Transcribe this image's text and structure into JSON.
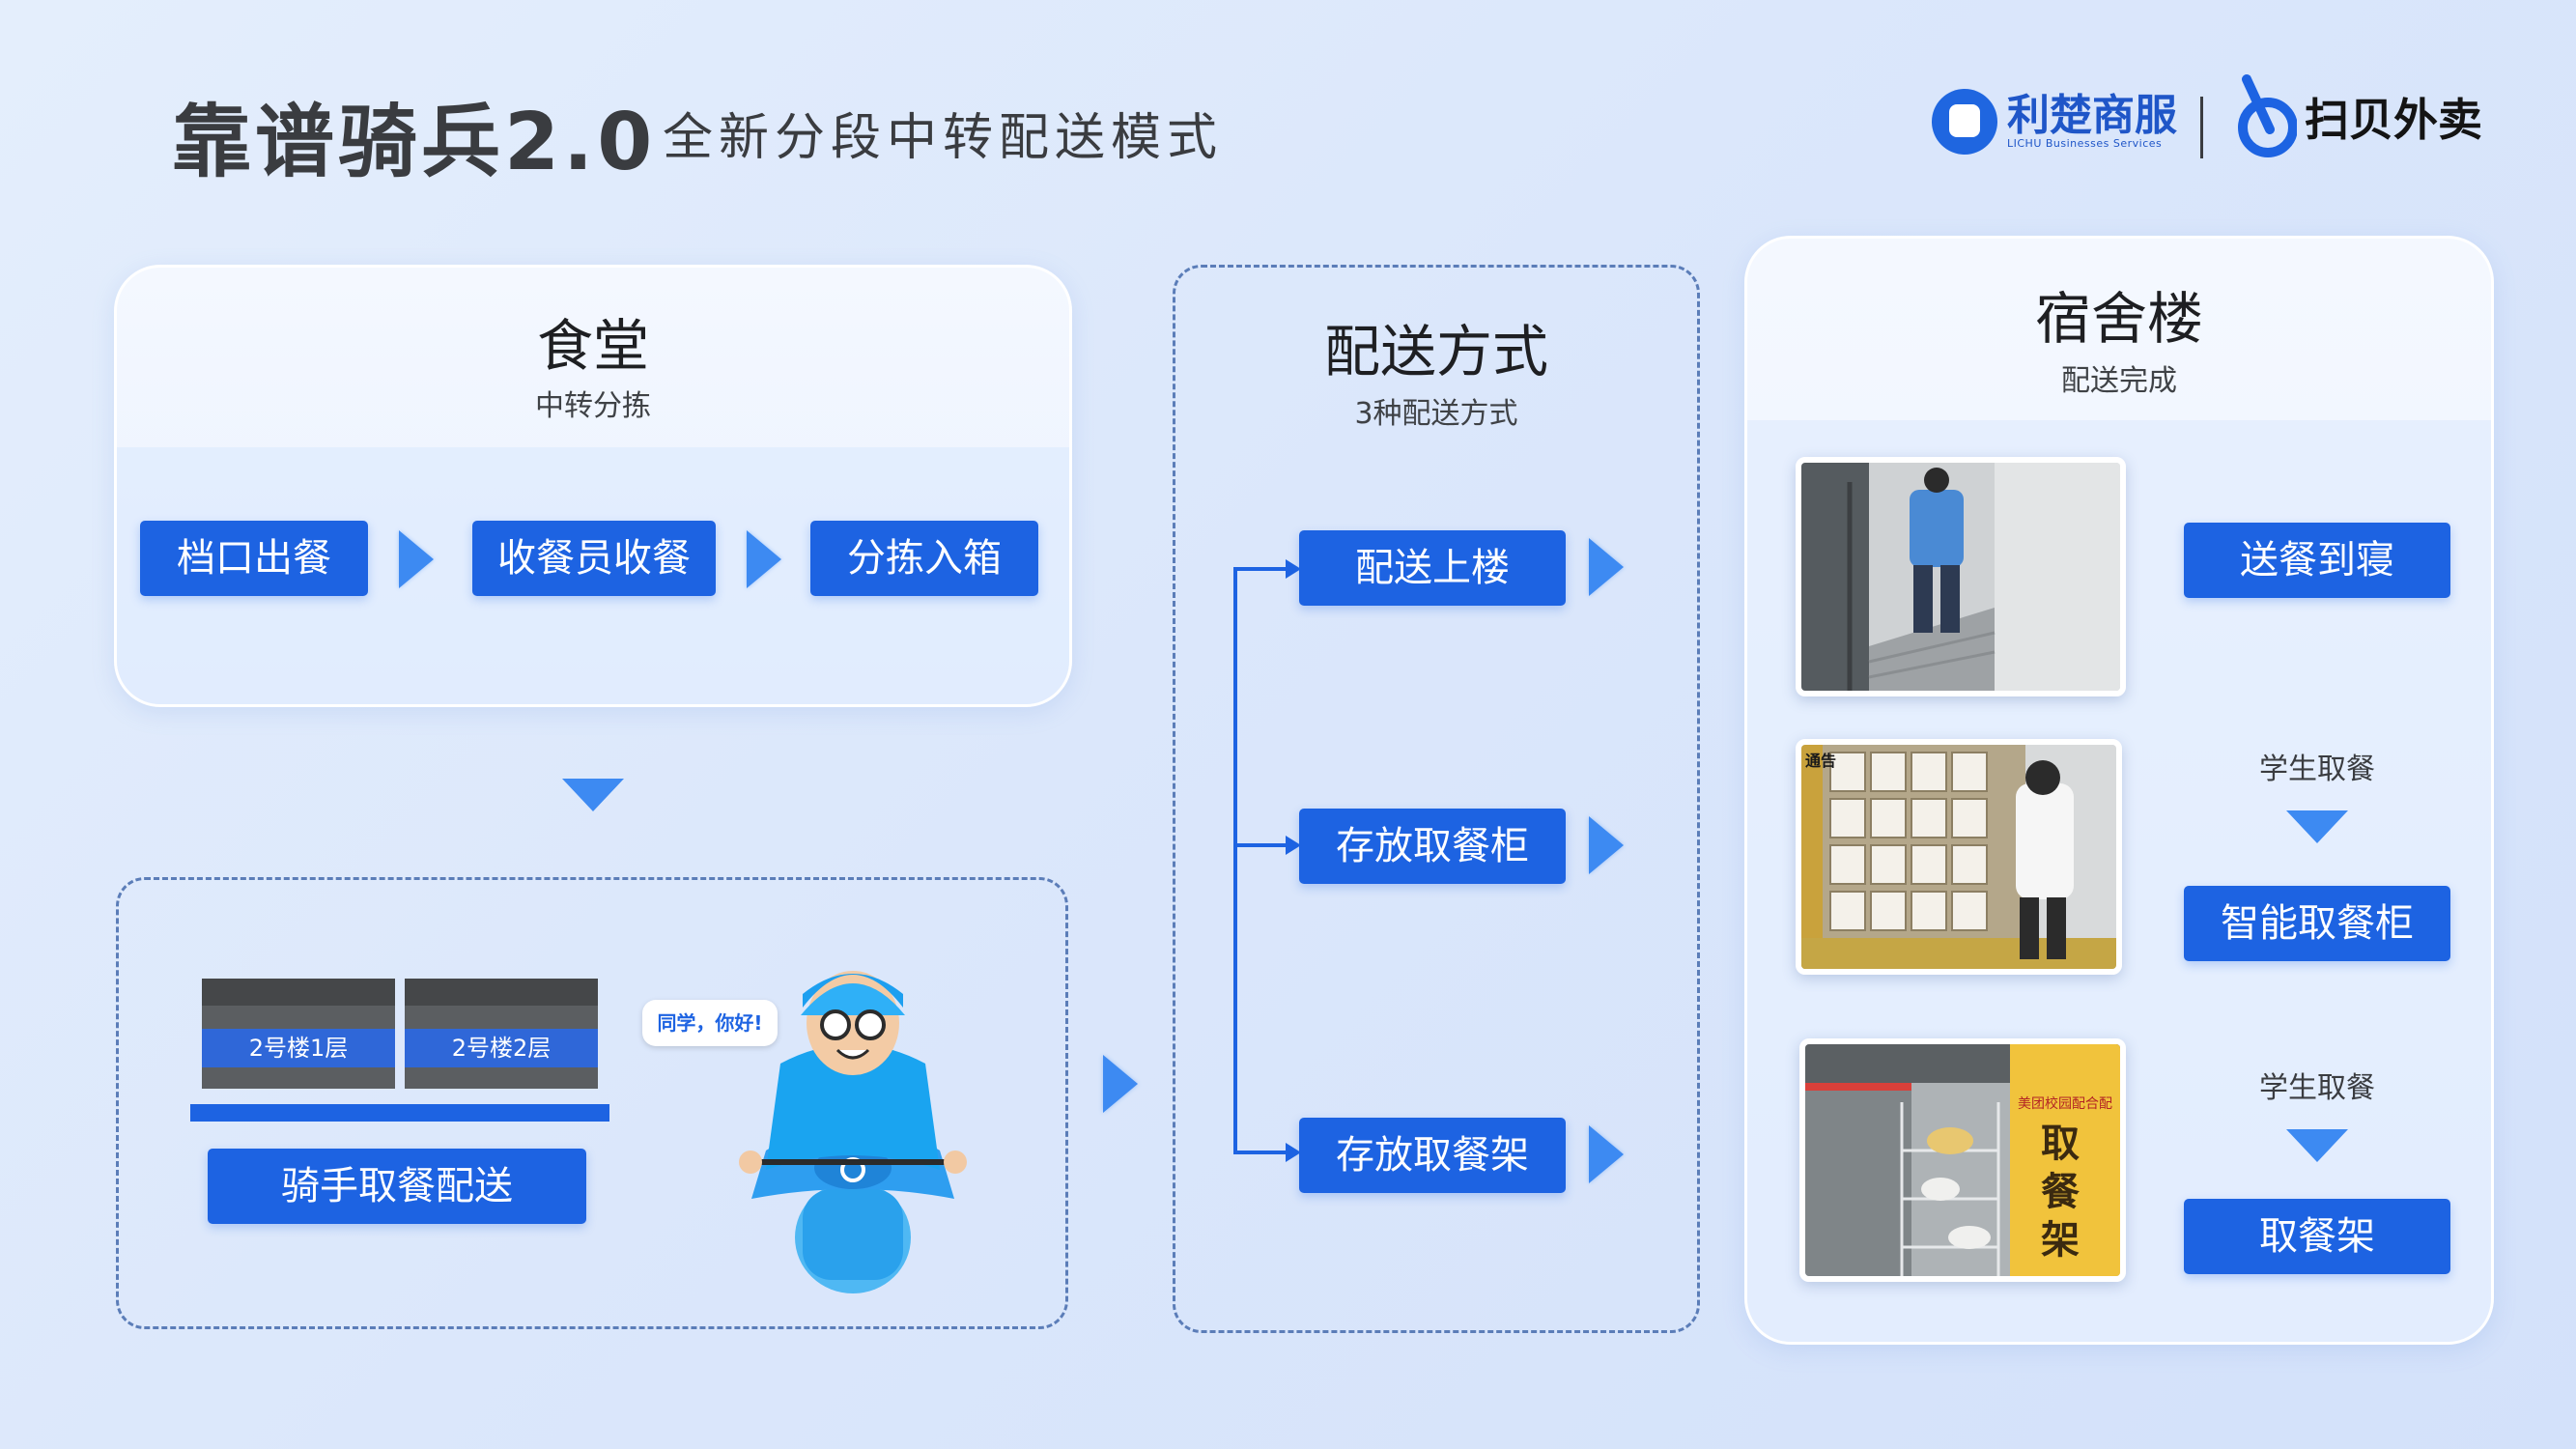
{
  "header": {
    "title": "靠谱骑兵2.0",
    "subtitle": "全新分段中转配送模式",
    "logo_lichu_cn": "利楚商服",
    "logo_lichu_en": "LICHU Businesses Services",
    "logo_saobei_cn": "扫贝外卖"
  },
  "canteen": {
    "title": "食堂",
    "subtitle": "中转分拣",
    "steps": [
      "档口出餐",
      "收餐员收餐",
      "分拣入箱"
    ]
  },
  "rider": {
    "boxes": [
      "2号楼1层",
      "2号楼2层"
    ],
    "speech": "同学，你好!",
    "button": "骑手取餐配送"
  },
  "delivery": {
    "title": "配送方式",
    "subtitle": "3种配送方式",
    "methods": [
      "配送上楼",
      "存放取餐柜",
      "存放取餐架"
    ]
  },
  "dorm": {
    "title": "宿舍楼",
    "subtitle": "配送完成",
    "rows": [
      {
        "label": "",
        "button": "送餐到寝"
      },
      {
        "label": "学生取餐",
        "button": "智能取餐柜"
      },
      {
        "label": "学生取餐",
        "button": "取餐架"
      }
    ],
    "photo_notice": "通告",
    "photo_sign_top": "美团校园配合配",
    "photo_sign_chars": [
      "取",
      "餐",
      "架"
    ]
  },
  "colors": {
    "accent": "#1d63e2",
    "arrow": "#3d8af2",
    "background": "#dde8fb"
  }
}
